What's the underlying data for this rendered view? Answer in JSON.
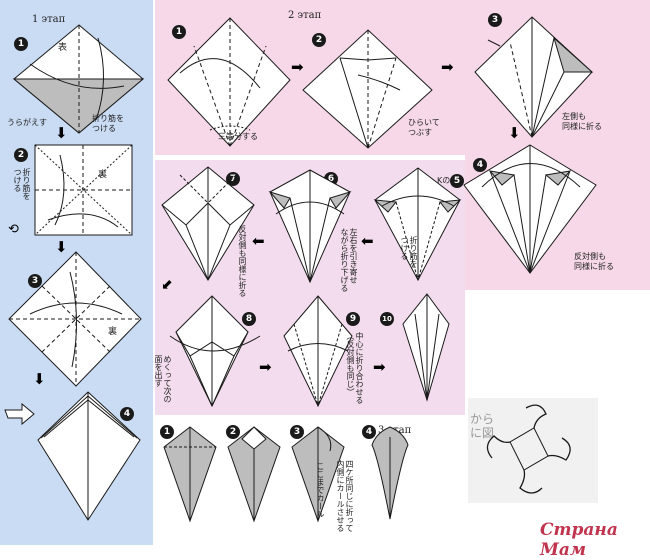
{
  "colors": {
    "left_bg": "#c9dcf4",
    "top_bg": "#f6d8e8",
    "mid_bg": "#f3dced",
    "bottom_bg": "#ffffff",
    "paper_dark": "#bdbdbd",
    "ink": "#1a1a1a",
    "watermark": "#c0344e"
  },
  "stage1": {
    "title": "1 этап",
    "steps": [
      "1",
      "2",
      "3",
      "4"
    ],
    "labels": {
      "front": "表",
      "back1": "裏",
      "back2": "裏",
      "turn_over": "うらがえす",
      "crease": "折り筋を\nつける",
      "crease2": "折り筋を\nつける"
    }
  },
  "stage2": {
    "title": "2 этап",
    "steps": [
      "1",
      "2",
      "3",
      "4",
      "5",
      "6",
      "7",
      "8",
      "9",
      "10"
    ],
    "labels": {
      "trisect": "三等分する",
      "open_squash": "ひらいて\nつぶす",
      "left_same": "左側も\n同様に折る",
      "opposite_same": "反対側も\n同様に折る",
      "ko": "Kの",
      "crease_fold": "折り筋を\nつける",
      "fold_down": "左右を引き寄せ\nながら折り下げる",
      "opposite_same_fold": "反対側も同様に折る",
      "flip_layer": "めくって次の\n面を出す",
      "center_fold": "中心に折り合わせる\n（反対側も同じ）"
    }
  },
  "stage3": {
    "title": "3 этап",
    "steps": [
      "1",
      "2",
      "3",
      "4"
    ],
    "labels": {
      "curl_here": "ここまでカール",
      "curl_inside": "四ケ所同じに折って\n内側にカールさせる"
    }
  },
  "preview": {
    "text": "から\nに図"
  },
  "watermark": {
    "text": "Страна Мам"
  }
}
